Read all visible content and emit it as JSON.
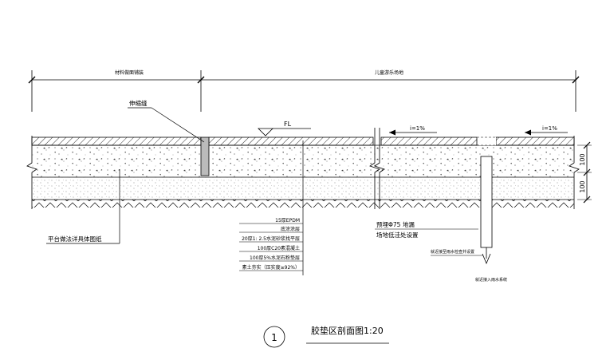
{
  "dimension_labels": {
    "left_span": "材料做面铺装",
    "right_span": "儿童游乐场地",
    "height_top": "100",
    "height_bottom": "100"
  },
  "annotations": {
    "expansion_joint": "伸缩缝",
    "floor_level": "FL",
    "slope_left": "i=1%",
    "slope_right": "i=1%",
    "platform_note": "平台做法详具体图纸",
    "drain_line1": "预埋Φ75 地漏",
    "drain_line2": "场地低洼处设置",
    "drain_small": "就近接至雨水检查井设置",
    "drain_bottom": "就近接入雨水系统"
  },
  "layers": [
    "15厚EPDM",
    "底涂涂层",
    "20厚1: 2.5水泥砂浆找平层",
    "100厚C20素混凝土",
    "100厚5%水泥石粉垫层",
    "素土夯实（压实度≥92%）"
  ],
  "title": {
    "number": "1",
    "text": "胶垫区剖面图1:20"
  }
}
